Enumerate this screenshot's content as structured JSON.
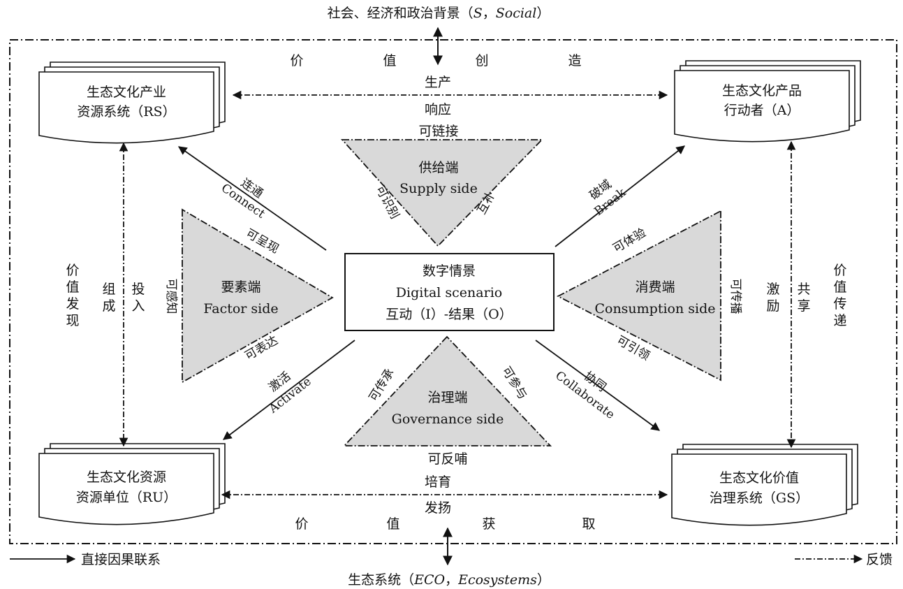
{
  "top_context": {
    "main": "社会、经济和政治背景（",
    "s": "S",
    "sep": "，",
    "social": "Social",
    "close": "）"
  },
  "bottom_context": {
    "main": "生态系统（",
    "eco": "ECO",
    "sep": "，",
    "ecosystems": "Ecosystems",
    "close": "）"
  },
  "value_creation": [
    "价",
    "值",
    "创",
    "造"
  ],
  "value_capture": [
    "价",
    "值",
    "获",
    "取"
  ],
  "nodes": {
    "rs": [
      "生态文化产业",
      "资源系统（RS）"
    ],
    "a": [
      "生态文化产品",
      "行动者（A）"
    ],
    "ru": [
      "生态文化资源",
      "资源单位（RU）"
    ],
    "gs": [
      "生态文化价值",
      "治理系统（GS）"
    ]
  },
  "center": {
    "title": "数字情景",
    "en": "Digital scenario",
    "io": "互动（I）-结果（O）"
  },
  "sides": {
    "supply": {
      "zh": "供给端",
      "en": "Supply side"
    },
    "factor": {
      "zh": "要素端",
      "en": "Factor side"
    },
    "consumption": {
      "zh": "消费端",
      "en": "Consumption side"
    },
    "governance": {
      "zh": "治理端",
      "en": "Governance side"
    }
  },
  "attrs": {
    "linkable": "可链接",
    "identifiable": "可识别",
    "complementary": "互补",
    "presentable": "可呈现",
    "perceivable": "可感知",
    "expressible": "可表达",
    "experienceable": "可体验",
    "spreadable": "可传播",
    "guidable": "可引领",
    "inheritable": "可传承",
    "participable": "可参与",
    "feedbackable": "可反哺"
  },
  "links": {
    "top": [
      "生产",
      "响应"
    ],
    "bottom": [
      "培育",
      "发扬"
    ],
    "connect": {
      "zh": "连通",
      "en": "Connect"
    },
    "break": {
      "zh": "破域",
      "en": "Break"
    },
    "activate": {
      "zh": "激活",
      "en": "Activate"
    },
    "collaborate": {
      "zh": "协同",
      "en": "Collaborate"
    },
    "left_outer": "价值发现",
    "left_compose": "组成",
    "left_invest": "投入",
    "right_incent": "激励",
    "right_share": "共享",
    "right_outer": "价值传递"
  },
  "legend": {
    "direct": "直接因果联系",
    "feedback": "反馈"
  },
  "colors": {
    "line": "#111111",
    "triangle_fill": "#d9d9d9",
    "background": "#ffffff"
  }
}
